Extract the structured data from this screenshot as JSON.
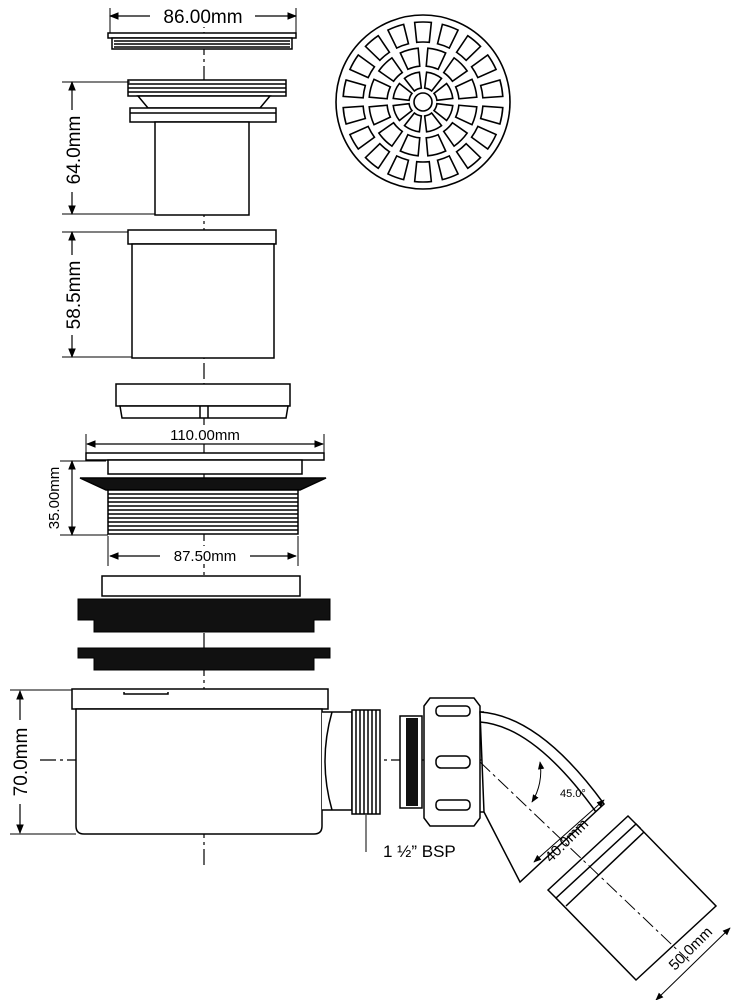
{
  "dimensions": {
    "grate_diameter": "86.00mm",
    "body_height": "64.0mm",
    "sleeve_height": "58.5mm",
    "flange_diameter": "110.00mm",
    "thread_height": "35.00mm",
    "thread_diameter": "87.50mm",
    "trap_height": "70.0mm",
    "elbow_angle": "45.0°",
    "elbow_outlet": "40.0mm",
    "outlet_diameter": "50.0mm"
  },
  "labels": {
    "thread_spec": "1 ½” BSP"
  },
  "colors": {
    "line": "#000000",
    "part_fill": "#ffffff",
    "gasket_fill": "#111111"
  }
}
